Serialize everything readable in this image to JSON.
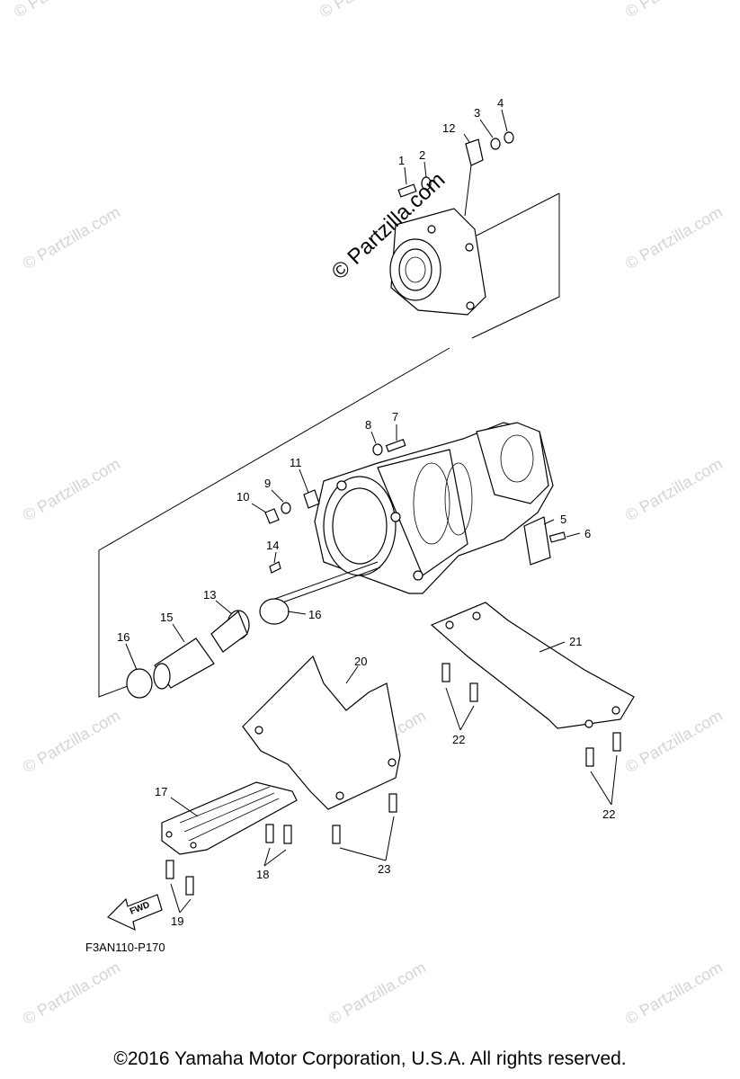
{
  "watermark": {
    "main": "© Partzilla.com",
    "tile": "© Partzilla.com"
  },
  "callouts": [
    "1",
    "2",
    "3",
    "4",
    "5",
    "6",
    "7",
    "8",
    "9",
    "10",
    "11",
    "12",
    "13",
    "14",
    "15",
    "16",
    "16",
    "17",
    "18",
    "19",
    "20",
    "21",
    "22",
    "22",
    "23"
  ],
  "diagram_code": "F3AN110-P170",
  "fwd_label": "FWD",
  "copyright": "©2016  Yamaha Motor Corporation, U.S.A. All rights reserved."
}
